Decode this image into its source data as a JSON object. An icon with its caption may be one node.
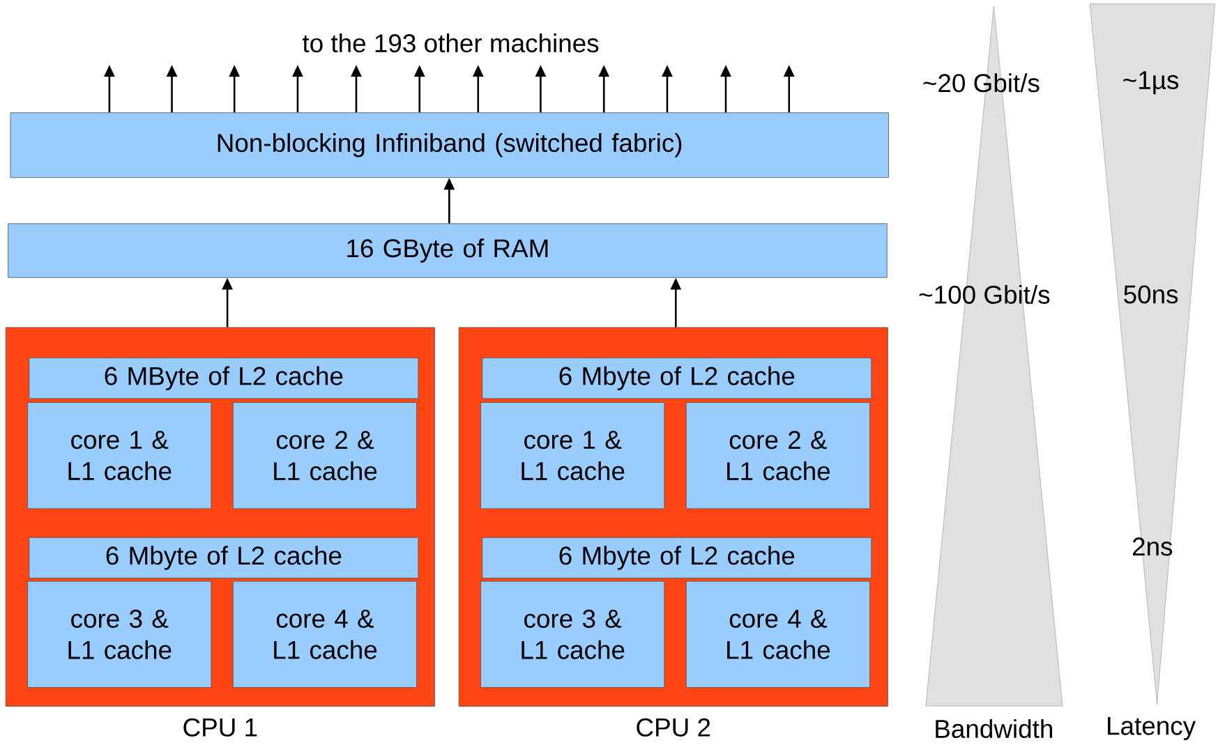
{
  "diagram": {
    "nodes": [
      {
        "text": [
          "Non-blocking Infiniband (switched fabric)"
        ]
      },
      {
        "text": [
          "16 GByte of RAM"
        ]
      },
      {
        "text": [],
        "shape": "box",
        "beside": [
          "CPU 1"
        ]
      },
      {
        "text": [
          "6 MByte of L2 cache"
        ],
        "in": 2
      },
      {
        "text": [
          "core 1 & L1 cache"
        ],
        "in": 2
      },
      {
        "text": [
          "core 2 & L1 cache"
        ],
        "in": 2
      },
      {
        "text": [
          "6 Mbyte of L2 cache"
        ],
        "in": 2
      },
      {
        "text": [
          "core 3 & L1 cache"
        ],
        "in": 2
      },
      {
        "text": [
          "core 4 & L1 cache"
        ],
        "in": 2
      },
      {
        "text": [],
        "shape": "box",
        "beside": [
          "CPU 2"
        ]
      },
      {
        "text": [
          "6 Mbyte of L2 cache"
        ],
        "in": 9
      },
      {
        "text": [
          "core 1 & L1 cache"
        ],
        "in": 9
      },
      {
        "text": [
          "core 2 & L1 cache"
        ],
        "in": 9
      },
      {
        "text": [
          "6 Mbyte of L2 cache"
        ],
        "in": 9
      },
      {
        "text": [
          "core 3 & L1 cache"
        ],
        "in": 9
      },
      {
        "text": [
          "core 4 & L1 cache"
        ],
        "in": 9
      }
    ],
    "edges": [
      {
        "from": 0,
        "to": null,
        "arrow": "to"
      },
      {
        "from": 0,
        "to": null,
        "arrow": "to"
      },
      {
        "from": 0,
        "to": null,
        "arrow": "to"
      },
      {
        "from": 0,
        "to": null,
        "arrow": "to"
      },
      {
        "from": 0,
        "to": null,
        "arrow": "to"
      },
      {
        "from": 0,
        "to": null,
        "arrow": "to"
      },
      {
        "from": 0,
        "to": null,
        "arrow": "to"
      },
      {
        "from": 0,
        "to": null,
        "arrow": "to"
      },
      {
        "from": 0,
        "to": null,
        "arrow": "to"
      },
      {
        "from": 0,
        "to": null,
        "arrow": "to"
      },
      {
        "from": 0,
        "to": null,
        "arrow": "to"
      },
      {
        "from": 0,
        "to": null,
        "arrow": "to"
      },
      {
        "from": 1,
        "to": 0,
        "arrow": "to"
      },
      {
        "from": 2,
        "to": 1,
        "arrow": "to"
      },
      {
        "from": 9,
        "to": 1,
        "arrow": "to"
      }
    ],
    "labels": [
      "to the 193 other machines",
      "~20 Gbit/s",
      "~1µs",
      "~100 Gbit/s",
      "50ns",
      "2ns",
      "Bandwidth",
      "Latency"
    ]
  }
}
